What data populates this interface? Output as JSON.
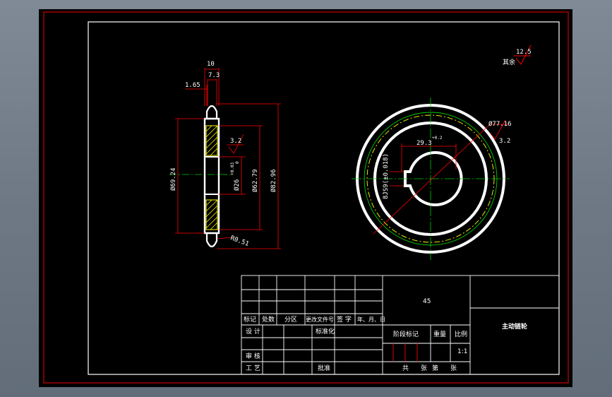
{
  "colors": {
    "frame_bg": "#000000",
    "outer_border": "#cc0000",
    "inner_border": "#ffffff",
    "dimension": "#ff0000",
    "centerline": "#00cc00",
    "geometry": "#ffffff",
    "hatch": "#ffff00",
    "pitch_circle": "#ffff00"
  },
  "roughness_note": {
    "symbol_label": "其余",
    "value": "12.5"
  },
  "side_view": {
    "dims": {
      "overall_width": "10",
      "hub_width": "7.3",
      "chamfer": "1.65",
      "tip_dia": "Ø69.24",
      "bore_dia": "Ø26",
      "bore_tol_upper": "+0.03",
      "bore_tol_lower": "0",
      "hub_dia": "Ø62.79",
      "root_dia": "Ø82.96",
      "roughness": "3.2",
      "tooth_radius": "R0.51"
    }
  },
  "front_view": {
    "dims": {
      "outer_dia": "Ø77.16",
      "roughness": "3.2",
      "keyway_depth": "29.3",
      "keyway_tol": "+0.2",
      "keyway_width": "8JS9(±0.018)"
    }
  },
  "title_block": {
    "material": "45",
    "part_name": "主动链轮",
    "header_labels": [
      "标记",
      "处数",
      "分区",
      "更改文件号",
      "签 字",
      "年、月、日"
    ],
    "design_label": "设 计",
    "standardize_label": "标准化",
    "stage_label": "阶段标记",
    "weight_label": "重量",
    "scale_label": "比例",
    "scale_value": "1:1",
    "review_label": "审 核",
    "process_label": "工 艺",
    "approve_label": "批准",
    "sheets_total": "共",
    "sheets_unit": "张",
    "sheet_num": "第",
    "sheet_unit": "张"
  }
}
